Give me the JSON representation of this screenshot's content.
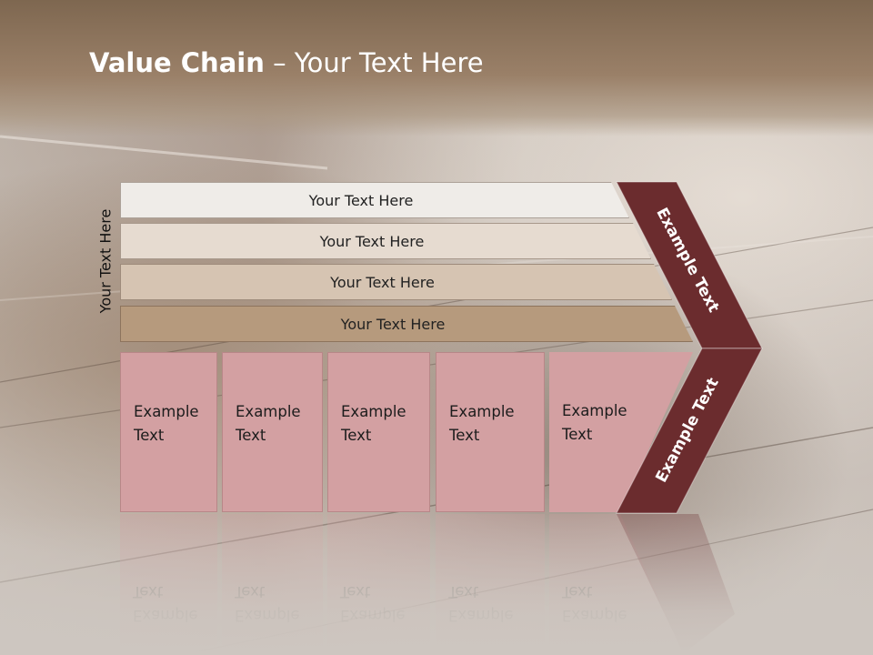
{
  "title": {
    "bold": "Value Chain",
    "rest": " – Your Text Here"
  },
  "side_label": "Your Text Here",
  "bars": [
    {
      "label": "Your Text Here",
      "color": "#efece8"
    },
    {
      "label": "Your Text Here",
      "color": "#e6dbd0"
    },
    {
      "label": "Your Text Here",
      "color": "#d6c4b2"
    },
    {
      "label": "Your Text Here",
      "color": "#b69a7d"
    }
  ],
  "boxes": [
    {
      "line1": "Example",
      "line2": "Text"
    },
    {
      "line1": "Example",
      "line2": "Text"
    },
    {
      "line1": "Example",
      "line2": "Text"
    },
    {
      "line1": "Example",
      "line2": "Text"
    },
    {
      "line1": "Example",
      "line2": "Text"
    }
  ],
  "chevron": {
    "top_label": "Example Text",
    "bottom_label": "Example Text",
    "color": "#6b2c2e"
  },
  "colors": {
    "title_band": "#8b7159",
    "box_fill": "#d3a0a2",
    "box_border": "#b88788"
  }
}
